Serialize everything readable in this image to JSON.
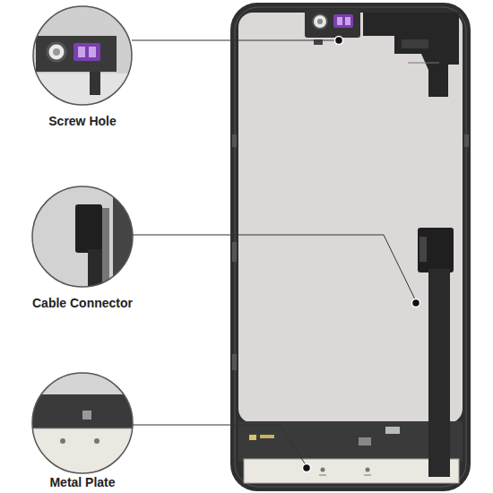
{
  "diagram": {
    "labels": [
      "Screw Hole",
      "Cable Connector",
      "Metal Plate"
    ]
  }
}
